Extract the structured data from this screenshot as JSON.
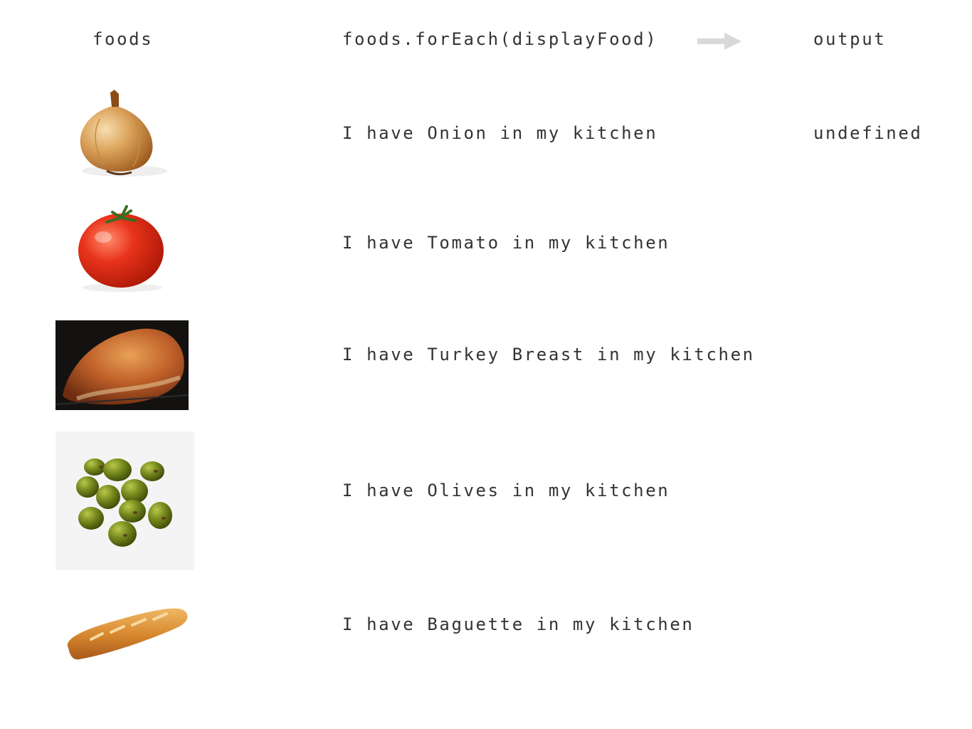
{
  "headers": {
    "foods": "foods",
    "code": "foods.forEach(displayFood)",
    "output": "output"
  },
  "arrow_icon": "right-arrow-icon",
  "rows": [
    {
      "food": "Onion",
      "icon": "onion-icon",
      "line": "I have Onion in my kitchen"
    },
    {
      "food": "Tomato",
      "icon": "tomato-icon",
      "line": "I have Tomato in my kitchen"
    },
    {
      "food": "Turkey Breast",
      "icon": "turkey-breast-icon",
      "line": "I have Turkey Breast in my kitchen"
    },
    {
      "food": "Olives",
      "icon": "olives-icon",
      "line": "I have Olives in my kitchen"
    },
    {
      "food": "Baguette",
      "icon": "baguette-icon",
      "line": "I have Baguette in my kitchen"
    }
  ],
  "output_value": "undefined",
  "colors": {
    "text": "#333333",
    "arrow": "#d9d9d9"
  }
}
